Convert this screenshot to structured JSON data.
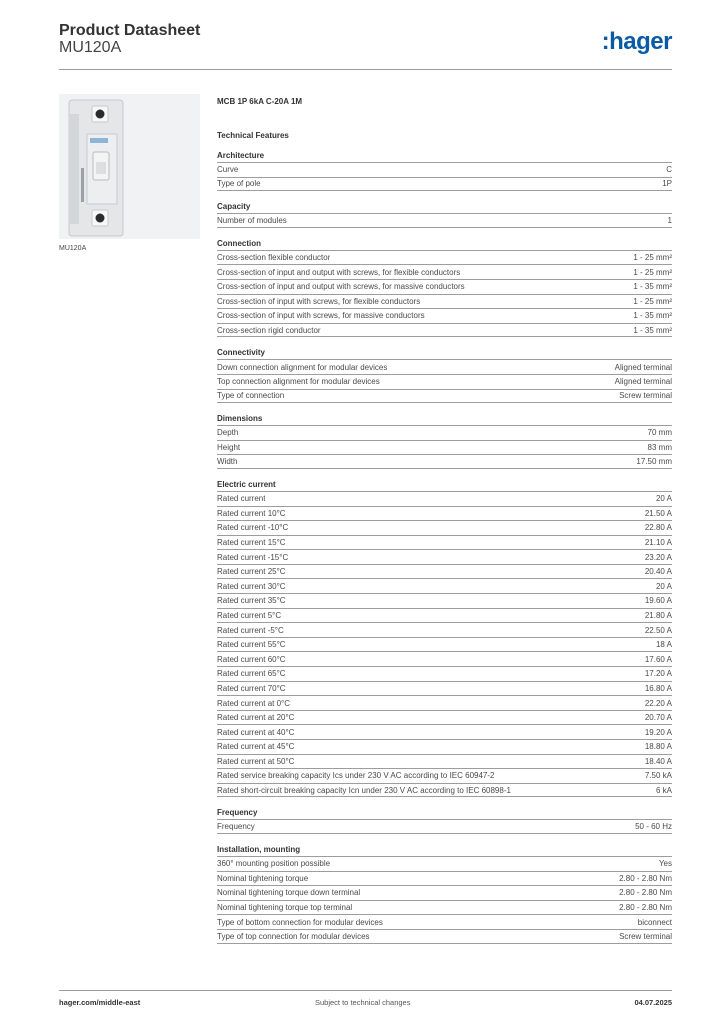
{
  "header": {
    "title": "Product Datasheet",
    "subtitle": "MU120A",
    "logo_text": ":hager",
    "brand_color": "#0a5ba6"
  },
  "image": {
    "caption": "MU120A"
  },
  "product_name": "MCB 1P 6kA C-20A 1M",
  "technical_features_title": "Technical Features",
  "sections": [
    {
      "title": "Architecture",
      "rows": [
        {
          "label": "Curve",
          "value": "C"
        },
        {
          "label": "Type of pole",
          "value": "1P"
        }
      ]
    },
    {
      "title": "Capacity",
      "rows": [
        {
          "label": "Number of modules",
          "value": "1"
        }
      ]
    },
    {
      "title": "Connection",
      "rows": [
        {
          "label": "Cross-section flexible conductor",
          "value": "1 - 25 mm²"
        },
        {
          "label": "Cross-section of input and output with screws, for flexible conductors",
          "value": "1 - 25 mm²"
        },
        {
          "label": "Cross-section of input and output with screws, for massive conductors",
          "value": "1 - 35 mm²"
        },
        {
          "label": "Cross-section of input with screws, for flexible conductors",
          "value": "1 - 25 mm²"
        },
        {
          "label": "Cross-section of input with screws, for massive conductors",
          "value": "1 - 35 mm²"
        },
        {
          "label": "Cross-section rigid conductor",
          "value": "1 - 35 mm²"
        }
      ]
    },
    {
      "title": "Connectivity",
      "rows": [
        {
          "label": "Down connection alignment for modular devices",
          "value": "Aligned terminal"
        },
        {
          "label": "Top connection alignment for modular devices",
          "value": "Aligned terminal"
        },
        {
          "label": "Type of connection",
          "value": "Screw terminal"
        }
      ]
    },
    {
      "title": "Dimensions",
      "rows": [
        {
          "label": "Depth",
          "value": "70 mm"
        },
        {
          "label": "Height",
          "value": "83 mm"
        },
        {
          "label": "Width",
          "value": "17.50 mm"
        }
      ]
    },
    {
      "title": "Electric current",
      "rows": [
        {
          "label": "Rated current",
          "value": "20 A"
        },
        {
          "label": "Rated current 10°C",
          "value": "21.50 A"
        },
        {
          "label": "Rated current -10°C",
          "value": "22.80 A"
        },
        {
          "label": "Rated current 15°C",
          "value": "21.10 A"
        },
        {
          "label": "Rated current -15°C",
          "value": "23.20 A"
        },
        {
          "label": "Rated current 25°C",
          "value": "20.40 A"
        },
        {
          "label": "Rated current 30°C",
          "value": "20 A"
        },
        {
          "label": "Rated current 35°C",
          "value": "19.60 A"
        },
        {
          "label": "Rated current 5°C",
          "value": "21.80 A"
        },
        {
          "label": "Rated current -5°C",
          "value": "22.50 A"
        },
        {
          "label": "Rated current 55°C",
          "value": "18 A"
        },
        {
          "label": "Rated current 60°C",
          "value": "17.60 A"
        },
        {
          "label": "Rated current 65°C",
          "value": "17.20 A"
        },
        {
          "label": "Rated current 70°C",
          "value": "16.80 A"
        },
        {
          "label": "Rated current at 0°C",
          "value": "22.20 A"
        },
        {
          "label": "Rated current at 20°C",
          "value": "20.70 A"
        },
        {
          "label": "Rated current at 40°C",
          "value": "19.20 A"
        },
        {
          "label": "Rated current at 45°C",
          "value": "18.80 A"
        },
        {
          "label": "Rated current at 50°C",
          "value": "18.40 A"
        },
        {
          "label": "Rated service breaking capacity Ics under 230 V AC according to IEC 60947-2",
          "value": "7.50 kA"
        },
        {
          "label": "Rated short-circuit breaking capacity Icn under 230 V AC according to IEC 60898-1",
          "value": "6 kA"
        }
      ]
    },
    {
      "title": "Frequency",
      "rows": [
        {
          "label": "Frequency",
          "value": "50 - 60 Hz"
        }
      ]
    },
    {
      "title": "Installation, mounting",
      "rows": [
        {
          "label": "360° mounting position possible",
          "value": "Yes"
        },
        {
          "label": "Nominal tightening torque",
          "value": "2.80 - 2.80 Nm"
        },
        {
          "label": "Nominal tightening torque down terminal",
          "value": "2.80 - 2.80 Nm"
        },
        {
          "label": "Nominal tightening torque top terminal",
          "value": "2.80 - 2.80 Nm"
        },
        {
          "label": "Type of bottom connection for modular devices",
          "value": "biconnect"
        },
        {
          "label": "Type of top connection for modular devices",
          "value": "Screw terminal"
        }
      ]
    }
  ],
  "footer": {
    "website": "hager.com/middle-east",
    "note": "Subject to technical changes",
    "date": "04.07.2025"
  }
}
